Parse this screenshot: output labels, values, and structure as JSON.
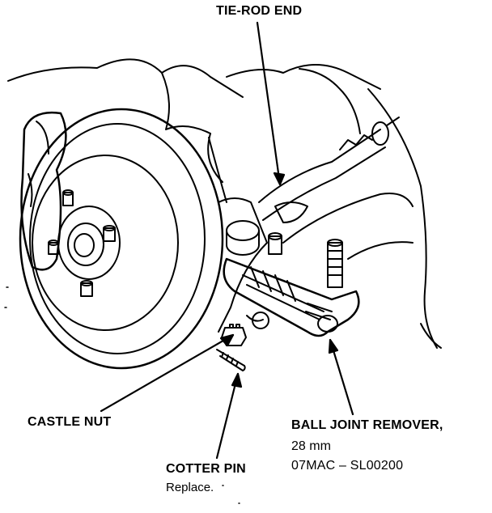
{
  "labels": {
    "tie_rod_end": "TIE-ROD END",
    "castle_nut": "CASTLE NUT",
    "ball_joint_remover": {
      "name": "BALL JOINT REMOVER,",
      "size": "28 mm",
      "part_number": "07MAC – SL00200"
    },
    "cotter_pin": {
      "name": "COTTER PIN",
      "note": "Replace."
    }
  }
}
